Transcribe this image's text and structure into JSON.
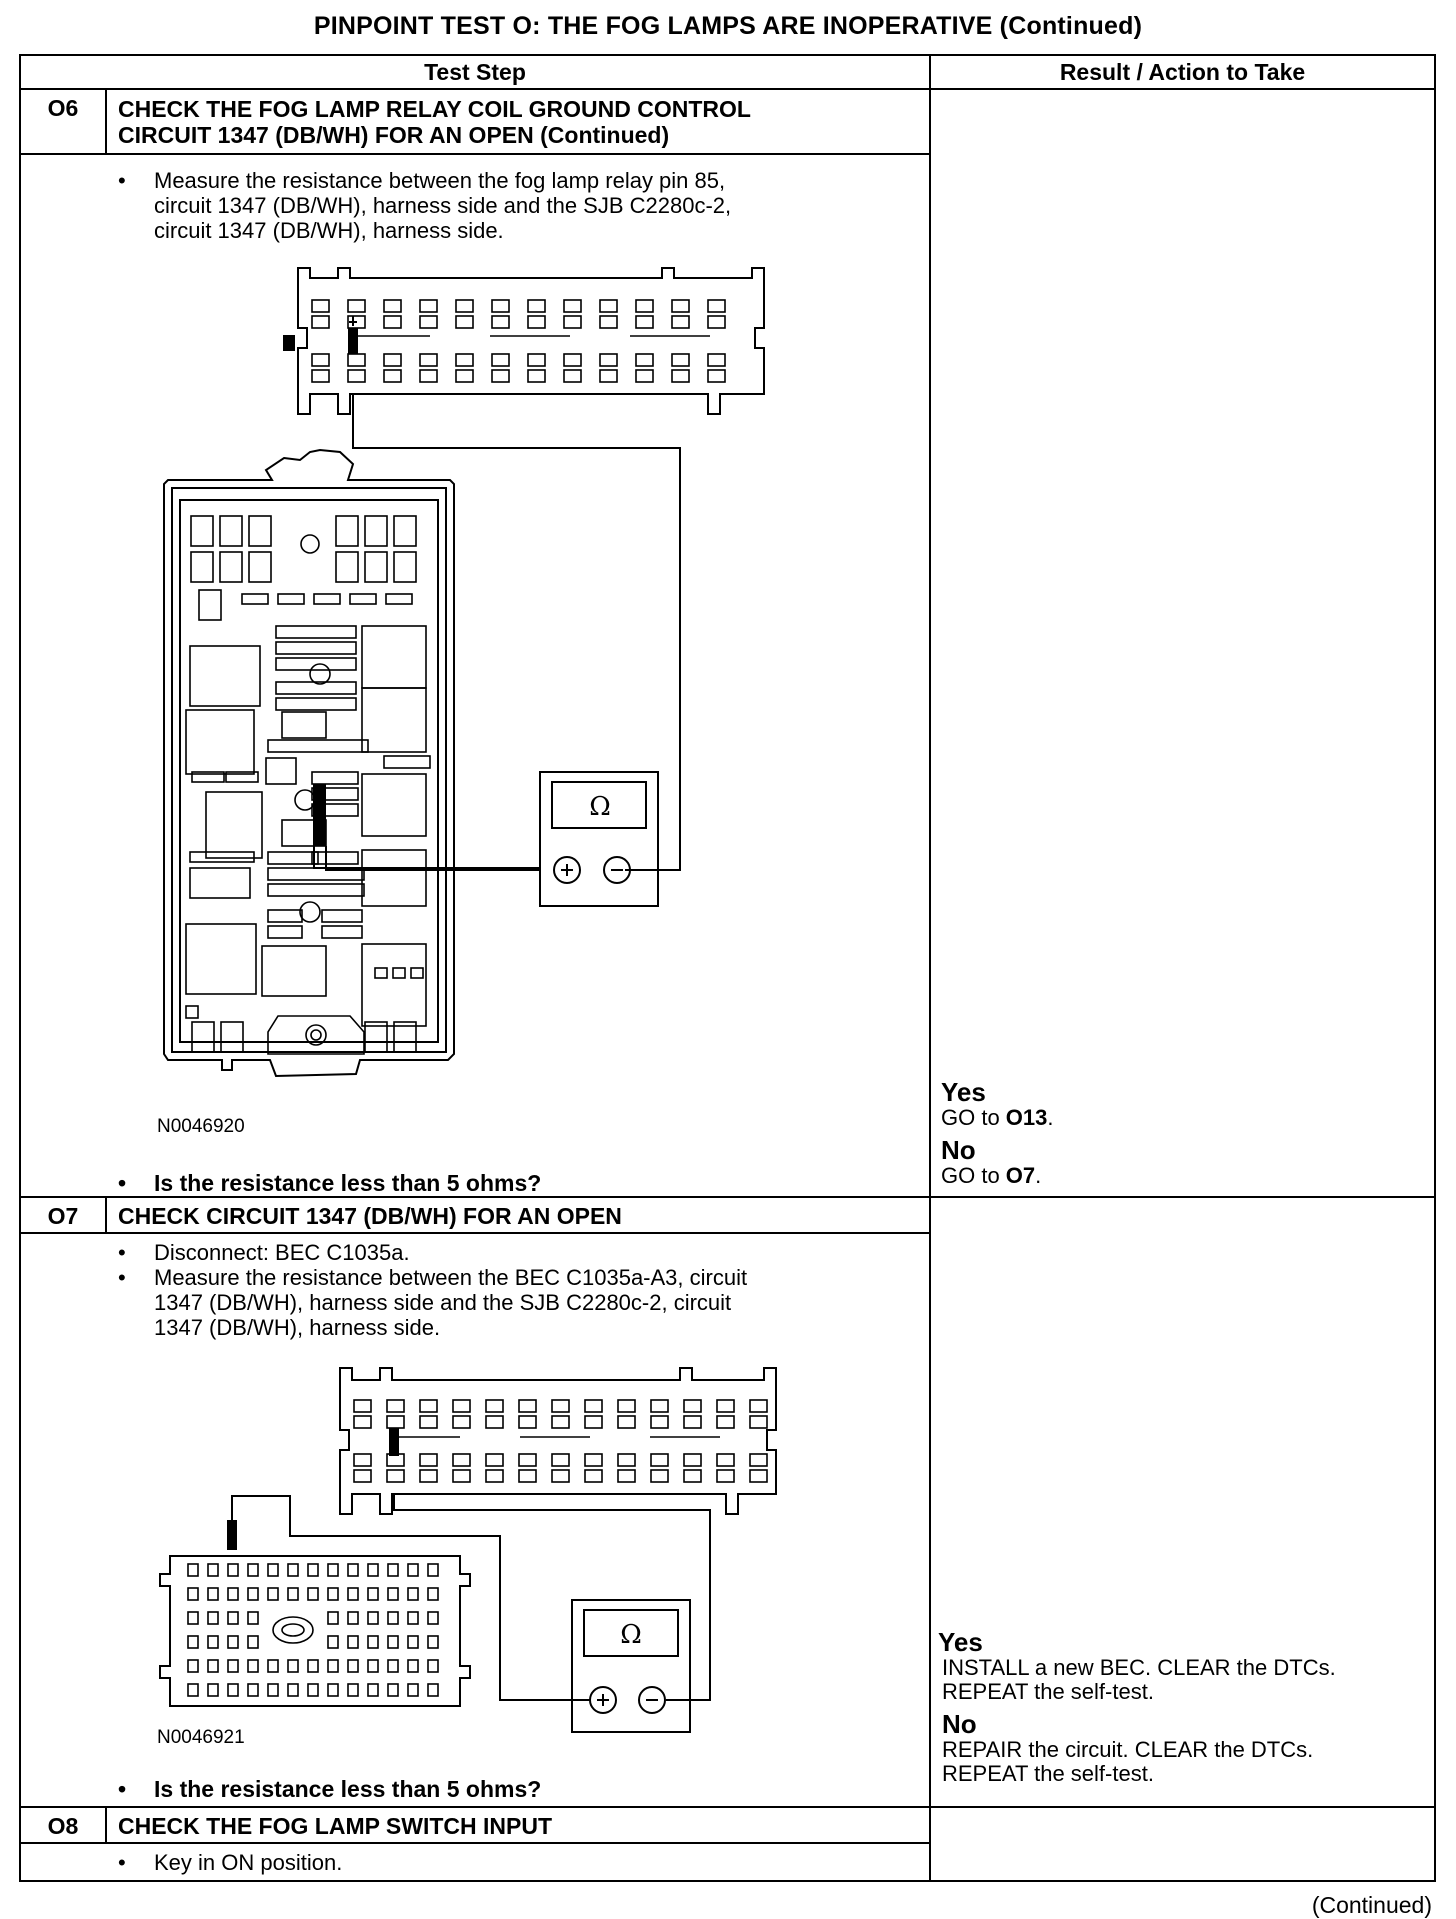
{
  "page_title": "PINPOINT TEST O: THE FOG LAMPS ARE INOPERATIVE (Continued)",
  "table_headers": {
    "test_step": "Test Step",
    "result": "Result / Action to Take"
  },
  "steps": [
    {
      "id": "O6",
      "title_line1": "CHECK THE FOG LAMP RELAY COIL GROUND CONTROL",
      "title_line2": "CIRCUIT 1347 (DB/WH) FOR AN OPEN (Continued)",
      "bullets": [
        [
          "Measure the resistance between the fog lamp relay pin 85,",
          "circuit 1347 (DB/WH), harness side and the SJB C2280c-2,",
          "circuit 1347 (DB/WH), harness side."
        ]
      ],
      "figure_id": "N0046920",
      "meter_symbol": "Ω",
      "question": "Is the resistance less than 5 ohms?",
      "yes_label": "Yes",
      "yes_action_prefix": "GO to ",
      "yes_action_target": "O13",
      "yes_action_suffix": ".",
      "no_label": "No",
      "no_action_prefix": "GO to ",
      "no_action_target": "O7",
      "no_action_suffix": "."
    },
    {
      "id": "O7",
      "title": "CHECK CIRCUIT 1347 (DB/WH) FOR AN OPEN",
      "bullets": [
        [
          "Disconnect: BEC C1035a."
        ],
        [
          "Measure the resistance between the BEC C1035a-A3, circuit",
          "1347 (DB/WH), harness side and the SJB C2280c-2, circuit",
          "1347 (DB/WH), harness side."
        ]
      ],
      "figure_id": "N0046921",
      "meter_symbol": "Ω",
      "question": "Is the resistance less than 5 ohms?",
      "yes_label": "Yes",
      "yes_action_line1": "INSTALL a new BEC. CLEAR the DTCs.",
      "yes_action_line2": "REPEAT the self-test.",
      "no_label": "No",
      "no_action_line1": "REPAIR the circuit. CLEAR the DTCs.",
      "no_action_line2": "REPEAT the self-test."
    },
    {
      "id": "O8",
      "title": "CHECK THE FOG LAMP SWITCH INPUT",
      "bullets": [
        [
          "Key in ON position."
        ]
      ]
    }
  ],
  "continued": "(Continued)"
}
